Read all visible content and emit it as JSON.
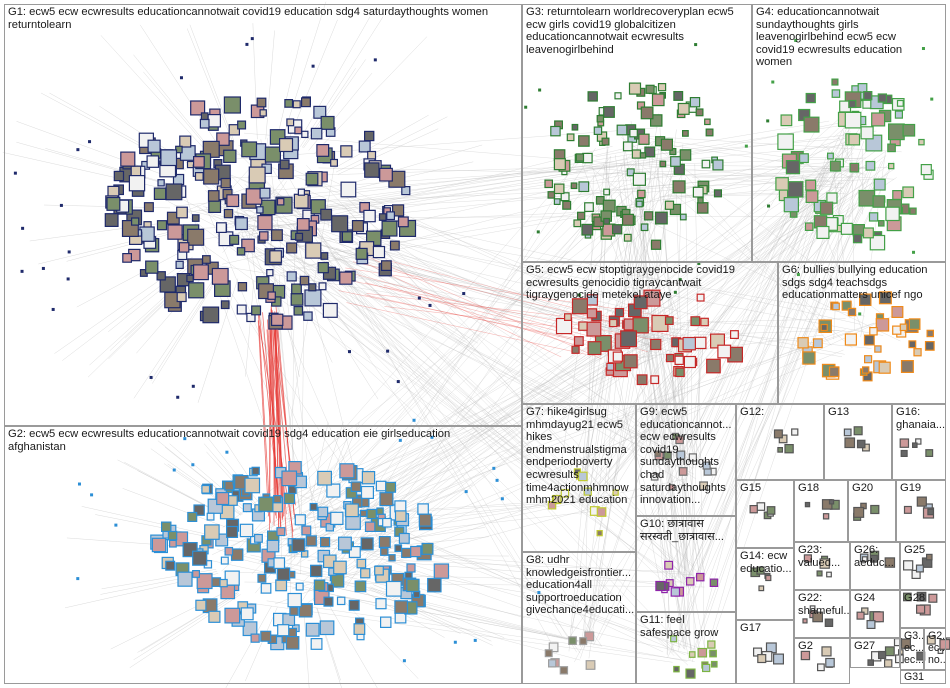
{
  "groups": {
    "g1": {
      "label": "G1: ecw5 ecw ecwresults educationcannotwait covid19 education sdg4 saturdaythoughts women\nreturntolearn"
    },
    "g2": {
      "label": "G2: ecw5 ecw ecwresults educationcannotwait covid19 sdg4 education eie girlseducation\nafghanistan"
    },
    "g3": {
      "label": "G3: returntolearn worldrecoveryplan ecw5\necw girls covid19 globalcitizen\neducationcannotwait ecwresults\nleavenogirlbehind"
    },
    "g4": {
      "label": "G4: educationcannotwait\nsundaythoughts girls\nleavenogirlbehind ecw5 ecw\ncovid19 ecwresults education\nwomen"
    },
    "g5": {
      "label": "G5: ecw5 ecw stoptigraygenocide covid19\necwresults genocidio tigraycantwait\ntigraygenocide metekel ataye"
    },
    "g6": {
      "label": "G6: bullies bullying education\nsdgs sdg4 teachsdgs\neducationmatters unicef ngo"
    },
    "g7": {
      "label": "G7: hike4girlsug\nmhmdayug21 ecw5\nhikes\nendmenstrualstigma\nendperiodpoverty\necwresults\ntime4actionmhmnow\nmhm2021 education"
    },
    "g8": {
      "label": "G8: udhr\nknowledgeisfrontier...\neducation4all\nsupportroeducation\ngivechance4educati..."
    },
    "g9": {
      "label": "G9: ecw5\neducationcannot...\necw ecwresults\ncovid19\nsundaythoughts\nchad\nsaturdaythoughts\ninnovation..."
    },
    "g10": {
      "label": "G10: छात्रावास\nसरस्वती_छात्रावास..."
    },
    "g11": {
      "label": "G11: feel\nsafespace grow"
    },
    "g12": {
      "label": "G12:"
    },
    "g13": {
      "label": "G13"
    },
    "g14": {
      "label": "G14: ecw\neducatio..."
    },
    "g15": {
      "label": "G15"
    },
    "g16": {
      "label": "G16:\nghanaia..."
    },
    "g17": {
      "label": "G17"
    },
    "g18": {
      "label": "G18"
    },
    "g19": {
      "label": "G19"
    },
    "g20": {
      "label": "G20"
    },
    "g21": {
      "label": "G2"
    },
    "g22": {
      "label": "G22:\nshameful..."
    },
    "g23": {
      "label": "G23:\nvalued..."
    },
    "g24": {
      "label": "G24"
    },
    "g25": {
      "label": "G25"
    },
    "g26": {
      "label": "G26:\naeduc..."
    },
    "g27": {
      "label": "G27"
    },
    "g28": {
      "label": "G28"
    },
    "g30": {
      "label": "G3...\nec...\nec..."
    },
    "g29": {
      "label": "G2...\nec...\nno..."
    },
    "g31": {
      "label": "G31"
    }
  },
  "colors": {
    "g1": "#1f2a6b",
    "g2": "#2c8fd6",
    "g3": "#2e7d32",
    "g4": "#43a047",
    "g5": "#c62828",
    "g6": "#ef8a1a",
    "g7": "#c0ca33",
    "g8": "#9e9e9e",
    "g9": "#6d6d6d",
    "g10": "#8e24aa",
    "g11": "#7cb342",
    "edge_cross": "#e53935",
    "edge": "#b8b8b8"
  }
}
